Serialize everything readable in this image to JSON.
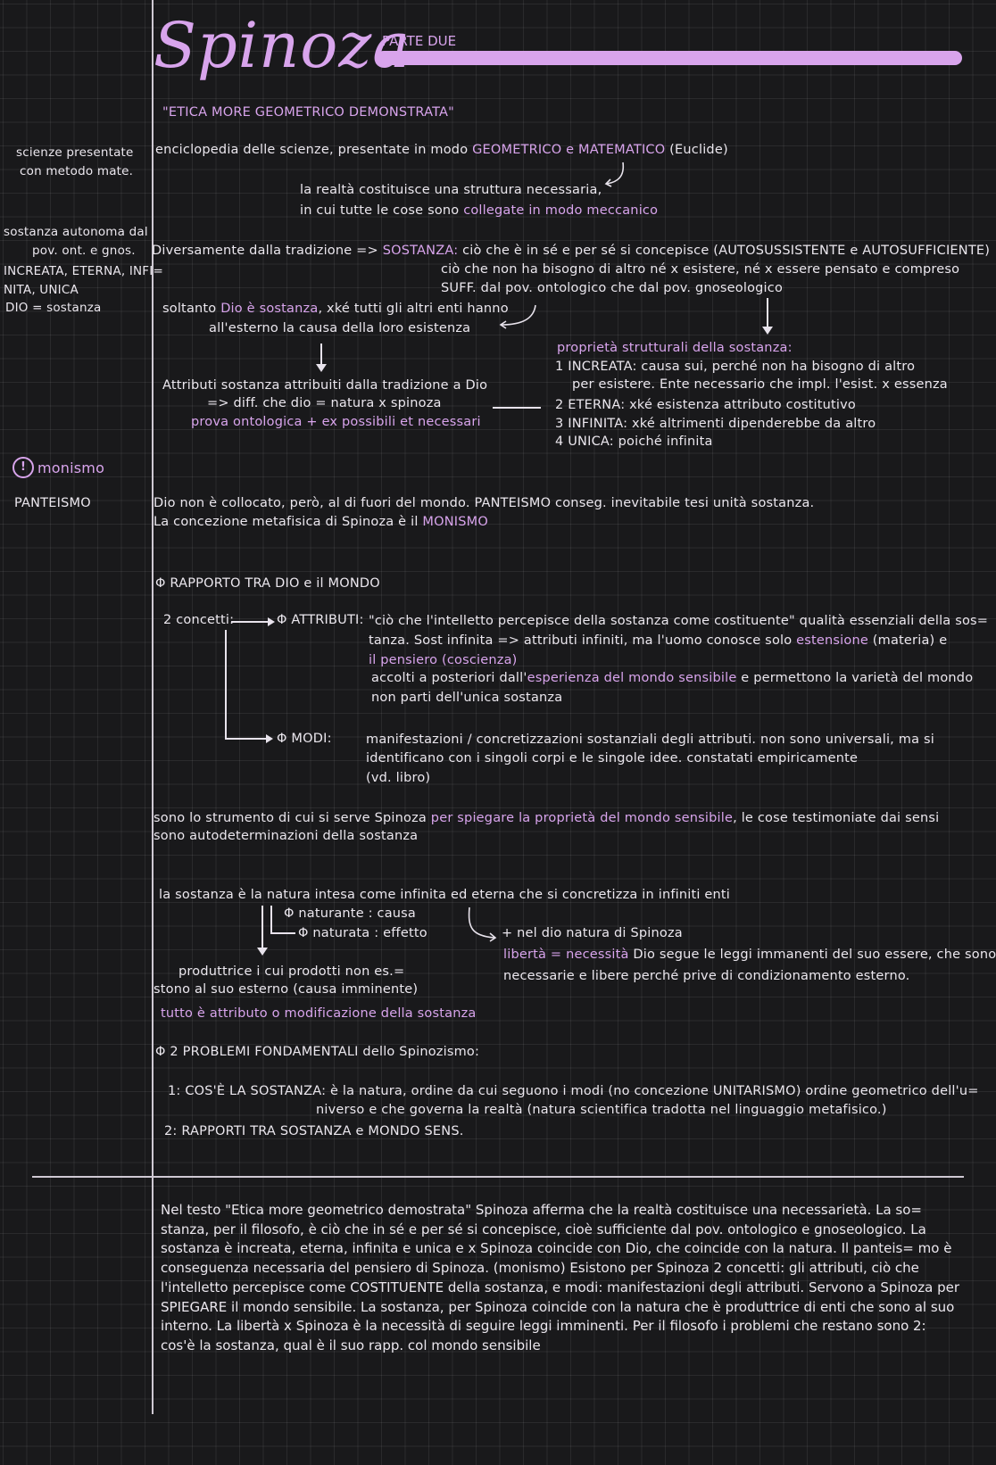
{
  "header": {
    "title": "Spinoza",
    "part": "PARTE DUE",
    "subtitle": "\"ETICA MORE GEOMETRICO DEMONSTRATA\""
  },
  "margin": {
    "note1": [
      "scienze presentate",
      "con metodo mate."
    ],
    "note2": [
      "sostanza autonoma dal",
      "pov. ont. e gnos.",
      "INCREATA, ETERNA, INFI=",
      "NITA, UNICA",
      "DIO = sostanza"
    ],
    "monismo": "monismo",
    "panteismo": "PANTEISMO"
  },
  "section1": {
    "enc_a": "enciclopedia delle scienze, presentate in modo ",
    "enc_b": "GEOMETRICO e MATEMATICO",
    "enc_c": " (Euclide)",
    "real1": "la realtà costituisce una struttura necessaria,",
    "real2a": "in cui tutte le cose sono ",
    "real2b": "collegate in modo meccanico",
    "sost_a": "Diversamente dalla tradizione => ",
    "sost_b": "SOSTANZA:",
    "sost_c": " ciò che è in sé e per sé si concepisce (AUTOSUSSISTENTE e AUTOSUFFICIENTE)",
    "sost2": "ciò che non ha bisogno di altro né x esistere, né x essere pensato e compreso",
    "sost3": "SUFF. dal pov. ontologico che dal pov. gnoseologico",
    "dio_a": "soltanto ",
    "dio_b": "Dio è sostanza",
    "dio_c": ", xké tutti gli altri enti hanno",
    "dio2": "all'esterno la causa della loro esistenza",
    "prop_title": "proprietà strutturali della sostanza:",
    "prop1": "1 INCREATA: causa sui, perché non ha bisogno di altro",
    "prop1b": "per esistere. Ente necessario che impl. l'esist. x essenza",
    "prop2": "2 ETERNA: xké esistenza attributo costitutivo",
    "prop3": "3 INFINITA: xké altrimenti dipenderebbe da altro",
    "prop4": "4 UNICA: poiché infinita",
    "attr1": "Attributi sostanza attribuiti dalla tradizione a Dio",
    "attr2": "=> diff. che dio = natura x spinoza",
    "attr3": "prova ontologica + ex possibili et necessari"
  },
  "panteismo": {
    "line1": "Dio non è collocato, però, al di fuori del mondo. PANTEISMO conseg. inevitabile tesi unità sostanza.",
    "line2a": "La concezione metafisica di Spinoza è il ",
    "line2b": "MONISMO"
  },
  "rapporto": {
    "heading": "Φ RAPPORTO TRA DIO e il MONDO",
    "concetti": "2 concetti:",
    "attributi_label": "Φ ATTRIBUTI:",
    "attr_l1": "\"ciò che l'intelletto percepisce della sostanza come costituente\" qualità essenziali della sos=",
    "attr_l2a": "tanza. Sost infinita => attributi infiniti, ma l'uomo conosce solo ",
    "attr_l2b": "estensione",
    "attr_l2c": " (materia) e",
    "attr_l3": "il pensiero (coscienza)",
    "attr_l4a": "accolti a posteriori dall'",
    "attr_l4b": "esperienza del mondo sensibile",
    "attr_l4c": " e permettono la varietà del mondo",
    "attr_l5": "non parti dell'unica sostanza",
    "modi_label": "Φ MODI:",
    "modi_l1": "manifestazioni / concretizzazioni sostanziali degli attributi. non sono universali, ma si",
    "modi_l2": "identificano con i singoli corpi e le singole idee. constatati empiricamente",
    "modi_l3": "(vd. libro)",
    "strum1a": "sono lo strumento di cui si serve Spinoza ",
    "strum1b": "per spiegare la proprietà del mondo sensibile",
    "strum1c": ", le cose testimoniate dai sensi",
    "strum2": "sono autodeterminazioni della sostanza"
  },
  "natura": {
    "line1": "la sostanza è la natura intesa come infinita ed eterna che si concretizza in infiniti enti",
    "naturante": "Φ naturante : causa",
    "naturata": "Φ naturata : effetto",
    "dio": "+ nel dio natura di Spinoza",
    "liberta_a": "libertà = necessità",
    "liberta_b": " Dio segue le leggi immanenti del suo essere, che sono",
    "liberta2": "necessarie e libere perché prive di condizionamento esterno.",
    "prod1": "produttrice i cui prodotti non es.=",
    "prod2": "stono al suo esterno (causa imminente)",
    "tutto": "tutto è attributo o modificazione della sostanza"
  },
  "problemi": {
    "heading": "Φ 2 PROBLEMI FONDAMENTALI dello Spinozismo:",
    "p1a": "1: COS'È LA SOSTANZA: è la natura, ordine da cui seguono i modi (no concezione UNITARISMO) ordine geometrico dell'u=",
    "p1b": "niverso e che governa la realtà (natura scientifica tradotta nel linguaggio metafisico.)",
    "p2": "2: RAPPORTI TRA SOSTANZA e MONDO SENS."
  },
  "summary": "Nel testo \"Etica more geometrico demostrata\" Spinoza afferma che la realtà costituisce una necessarietà. La so= stanza, per il filosofo, è ciò che in sé e per sé si concepisce, cioè sufficiente dal pov. ontologico e gnoseologico. La sostanza è increata, eterna, infinita e unica e x Spinoza coincide con Dio, che coincide con la natura. Il panteis= mo è conseguenza necessaria del pensiero di Spinoza. (monismo) Esistono per Spinoza 2 concetti: gli attributi, ciò che l'intelletto percepisce come COSTITUENTE della sostanza, e modi: manifestazioni degli attributi. Servono a Spinoza per SPIEGARE il mondo sensibile. La sostanza, per Spinoza coincide con la natura che è produttrice di enti che sono al suo interno. La libertà x Spinoza è la necessità di seguire leggi imminenti. Per il filosofo i problemi che restano sono 2: cos'è la sostanza, qual è il suo rapp. col mondo sensibile",
  "colors": {
    "background": "#19191b",
    "accent": "#d8a4ec",
    "ink": "#ebe7ee"
  }
}
